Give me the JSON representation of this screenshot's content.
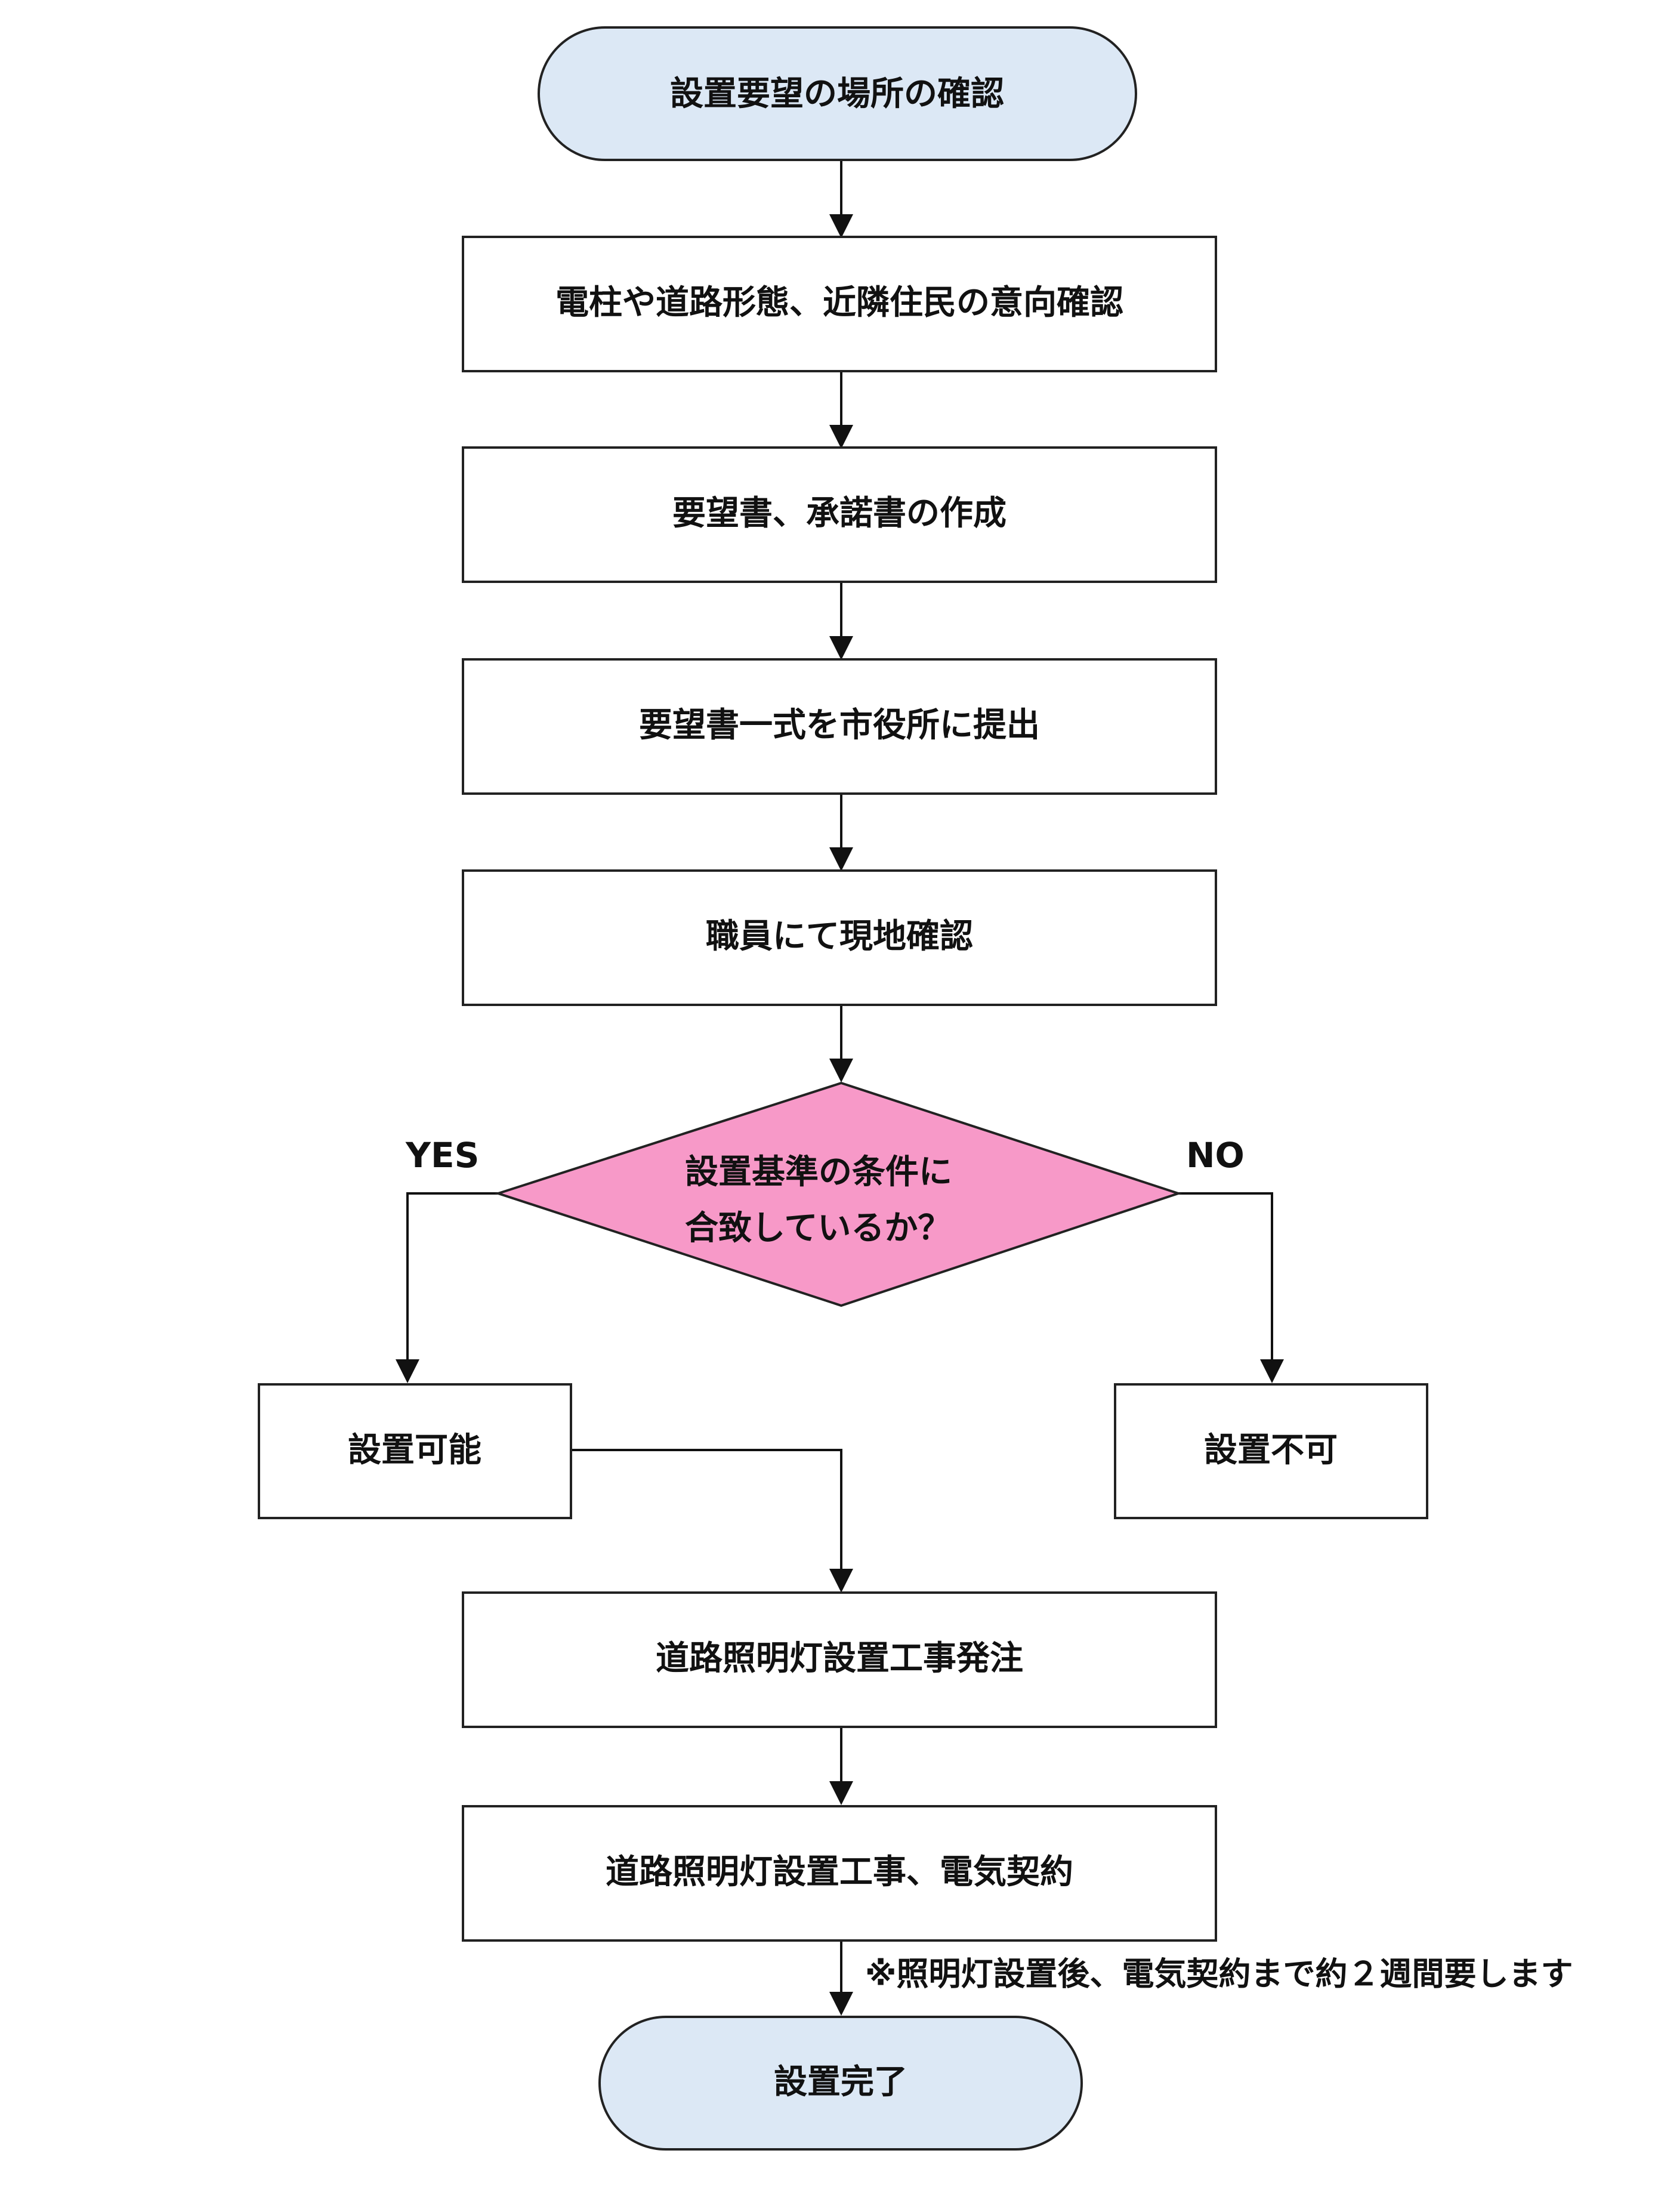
{
  "colors": {
    "terminal_fill": "#dce8f5",
    "process_fill": "#ffffff",
    "decision_fill": "#f799c8",
    "stroke": "#222222",
    "text": "#111111"
  },
  "nodes": {
    "start": "設置要望の場所の確認",
    "step1": "電柱や道路形態、近隣住民の意向確認",
    "step2": "要望書、承諾書の作成",
    "step3": "要望書一式を市役所に提出",
    "step4": "職員にて現地確認",
    "decision_line1": "設置基準の条件に",
    "decision_line2": "合致しているか？",
    "yes_box": "設置可能",
    "no_box": "設置不可",
    "step5": "道路照明灯設置工事発注",
    "step6": "道路照明灯設置工事、電気契約",
    "end": "設置完了"
  },
  "labels": {
    "yes": "YES",
    "no": "NO"
  },
  "note": "※照明灯設置後、電気契約まで約２週間要します"
}
